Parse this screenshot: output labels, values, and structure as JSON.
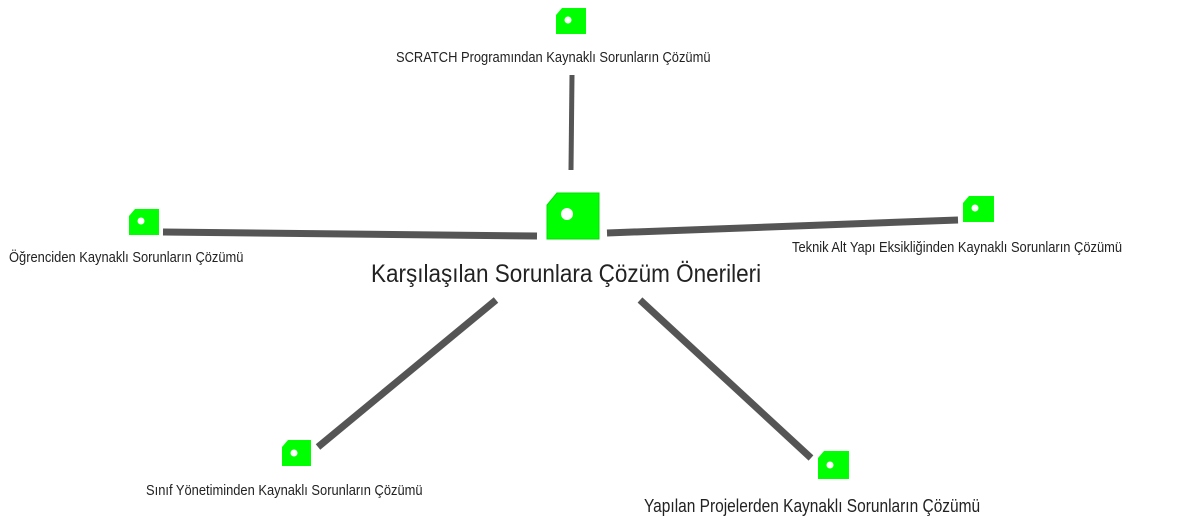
{
  "diagram": {
    "central_node": {
      "label": "Karşılaşılan Sorunlara Çözüm Önerileri"
    },
    "branches": [
      {
        "label": "SCRATCH Programından Kaynaklı Sorunların Çözümü"
      },
      {
        "label": "Öğrenciden Kaynaklı Sorunların Çözümü"
      },
      {
        "label": "Teknik Alt Yapı Eksikliğinden Kaynaklı Sorunların Çözümü"
      },
      {
        "label": "Sınıf Yönetiminden Kaynaklı Sorunların Çözümü"
      },
      {
        "label": "Yapılan Projelerden Kaynaklı Sorunların Çözümü"
      }
    ],
    "colors": {
      "node_fill": "#00ff00",
      "node_dot": "#ffffff",
      "edge": "#555555",
      "text": "#222222"
    },
    "node_icon": "tag-icon"
  }
}
